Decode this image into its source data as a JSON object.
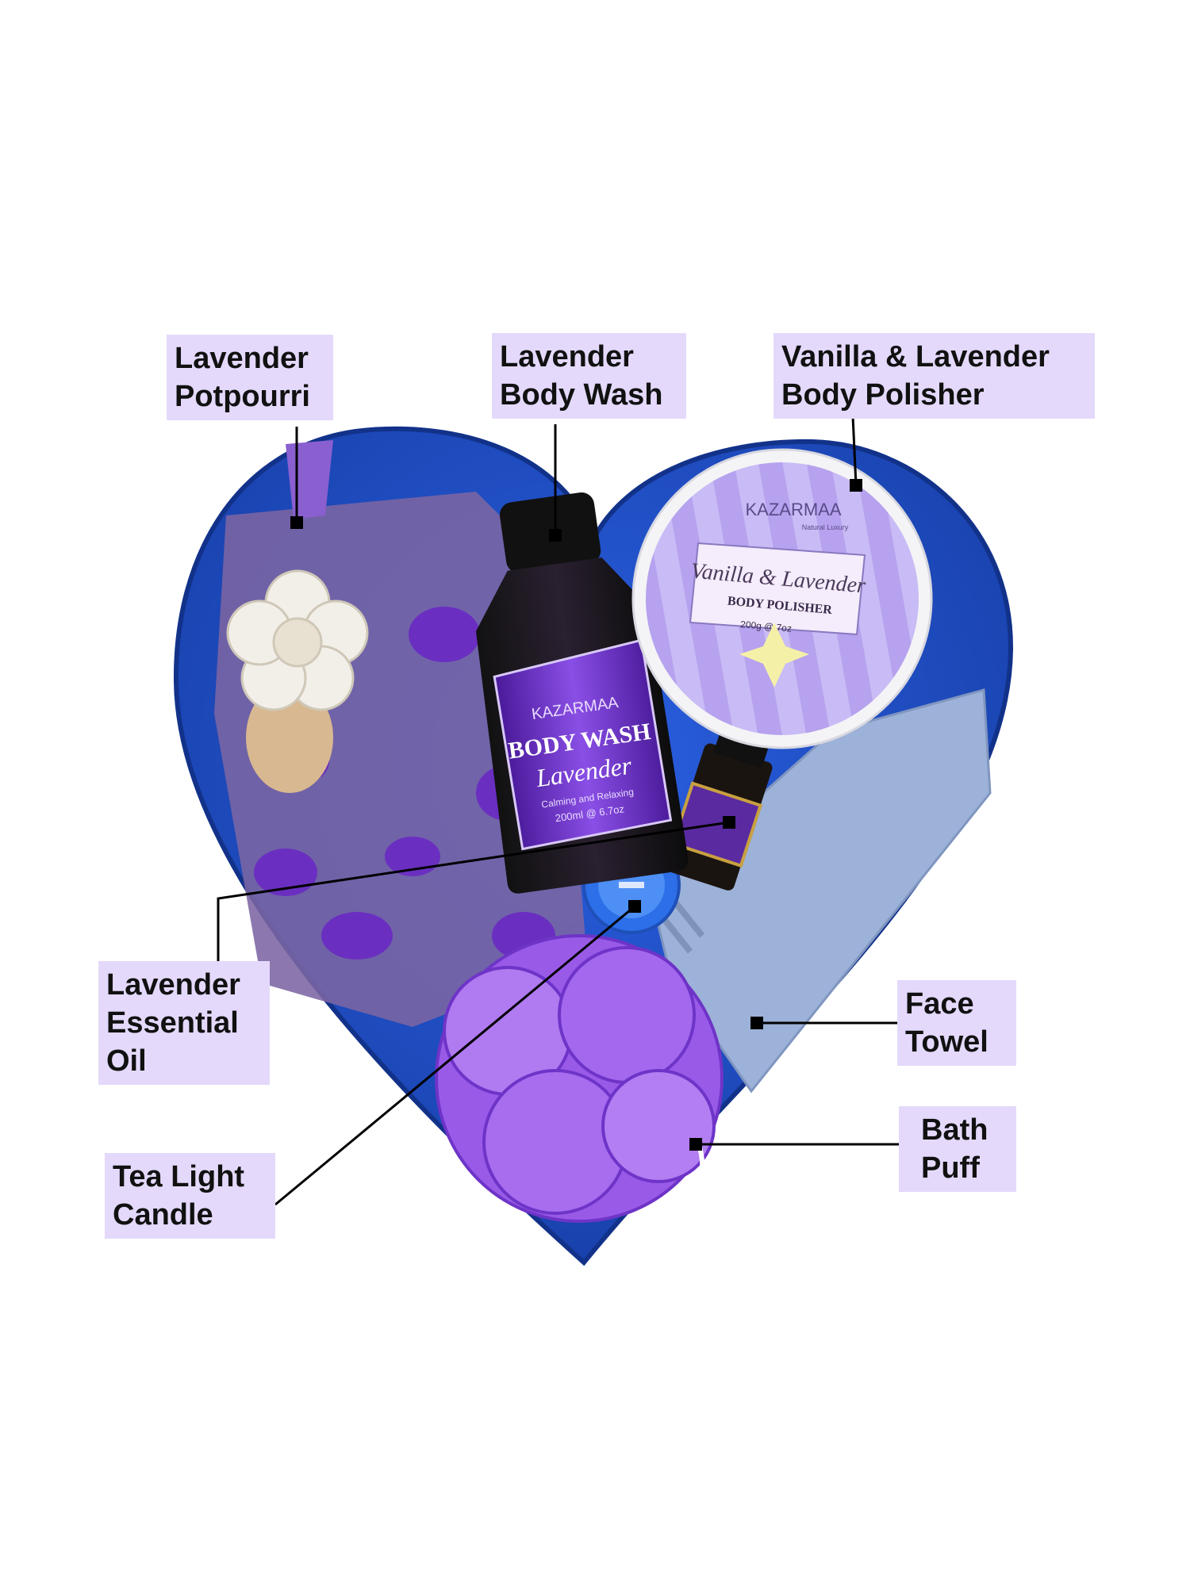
{
  "colors": {
    "label_bg": "#e4d9fb",
    "heart_box": "#1f4fc8",
    "lavender": "#7b3fd0",
    "leader_line": "#000000"
  },
  "labels": {
    "potpourri": [
      "Lavender",
      "Potpourri"
    ],
    "body_wash": [
      "Lavender",
      "Body Wash"
    ],
    "body_polisher": [
      "Vanilla & Lavender",
      "Body Polisher"
    ],
    "essential_oil": [
      "Lavender",
      "Essential",
      "Oil"
    ],
    "face_towel": [
      "Face",
      "Towel"
    ],
    "bath_puff": [
      "Bath",
      "Puff"
    ],
    "tea_light": [
      "Tea Light",
      "Candle"
    ]
  },
  "products": {
    "polisher": {
      "brand": "KAZARMAA",
      "tagline": "Natural Luxury",
      "name": "Vanilla & Lavender",
      "type": "BODY POLISHER",
      "size": "200g @ 7oz"
    },
    "wash": {
      "brand": "KAZARMAA",
      "type": "BODY WASH",
      "name": "Lavender",
      "claim": "Calming and Relaxing",
      "size": "200ml @ 6.7oz"
    }
  }
}
